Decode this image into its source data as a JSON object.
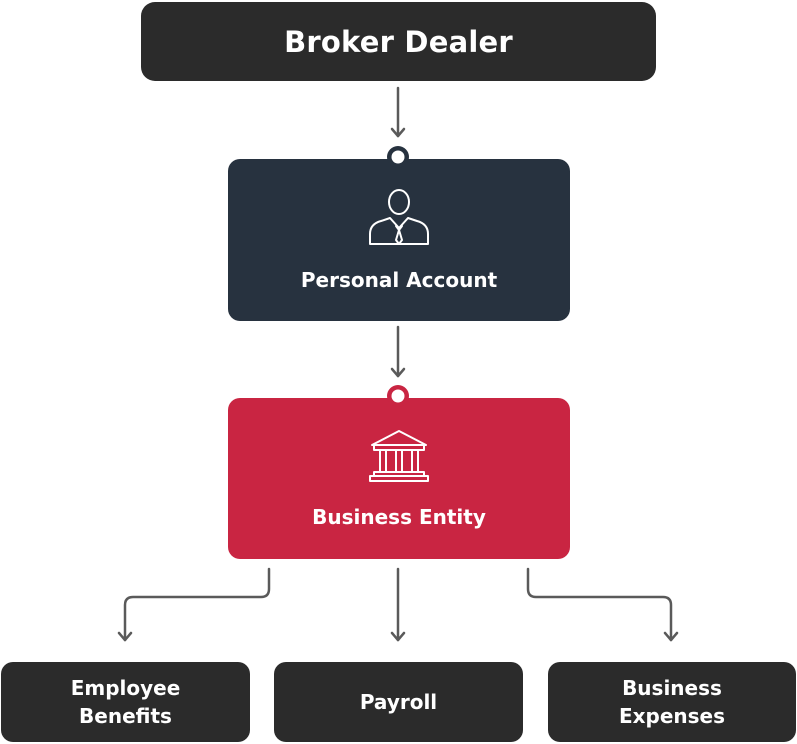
{
  "diagram": {
    "top_node": {
      "label": "Broker Dealer"
    },
    "middle_node": {
      "label": "Personal Account",
      "icon": "person-icon"
    },
    "entity_node": {
      "label": "Business Entity",
      "icon": "bank-building-icon"
    },
    "children": [
      {
        "label": "Employee\nBenefits"
      },
      {
        "label": "Payroll"
      },
      {
        "label": "Business\nExpenses"
      }
    ]
  },
  "colors": {
    "top_node": "#2b2b2b",
    "middle_node": "#27323f",
    "entity_node": "#c92542",
    "child_nodes": "#2b2b2b",
    "connector": "#555555"
  }
}
